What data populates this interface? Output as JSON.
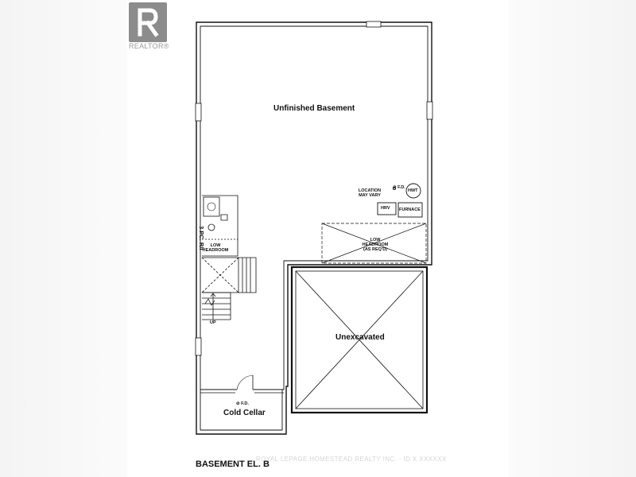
{
  "branding": {
    "logo_letter": "R",
    "logo_text": "REALTOR®"
  },
  "plan": {
    "title": "BASEMENT EL. B",
    "rooms": {
      "unfinished": "Unfinished Basement",
      "unexcavated": "Unexcavated",
      "cold_cellar": "Cold Cellar",
      "cold_cellar_fd": "⊘ F.D."
    },
    "equipment": {
      "location_note": "LOCATION MAY VARY",
      "floor_drain": "⊘ F.D.",
      "hwt": "HWT",
      "hrv": "HRV",
      "furnace": "FURNACE"
    },
    "headroom": {
      "upper": "LOW HEADROOM (AS REQ'D)",
      "left": "LOW HEADROOM"
    },
    "bath_rough_in": "3 PC. R/I",
    "stair_up": "UP"
  },
  "watermark": "ROYAL LEPAGE HOMESTEAD REALTY INC. · ID X XXXXXX"
}
